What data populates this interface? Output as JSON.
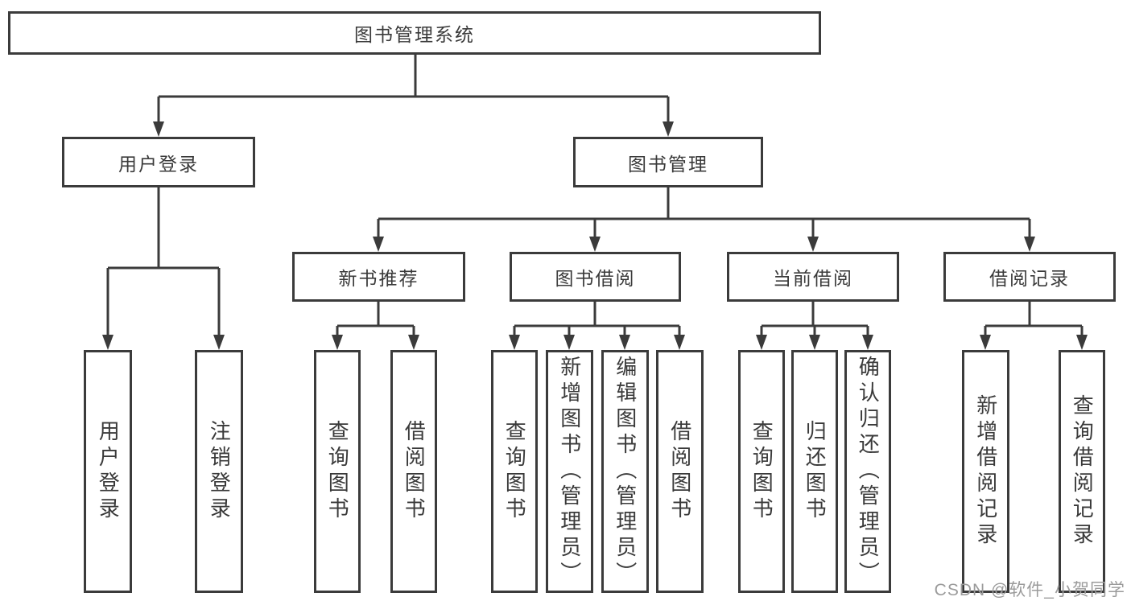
{
  "tree": {
    "root": {
      "label": "图书管理系统"
    },
    "branches": [
      {
        "label": "用户登录",
        "children": [
          {
            "label": "用户登录"
          },
          {
            "label": "注销登录"
          }
        ]
      },
      {
        "label": "图书管理",
        "children": [
          {
            "label": "新书推荐",
            "children": [
              {
                "label": "查询图书"
              },
              {
                "label": "借阅图书"
              }
            ]
          },
          {
            "label": "图书借阅",
            "children": [
              {
                "label": "查询图书"
              },
              {
                "label": "新增图书（管理员）"
              },
              {
                "label": "编辑图书（管理员）"
              },
              {
                "label": "借阅图书"
              }
            ]
          },
          {
            "label": "当前借阅",
            "children": [
              {
                "label": "查询图书"
              },
              {
                "label": "归还图书"
              },
              {
                "label": "确认归还（管理员）"
              }
            ]
          },
          {
            "label": "借阅记录",
            "children": [
              {
                "label": "新增借阅记录"
              },
              {
                "label": "查询借阅记录"
              }
            ]
          }
        ]
      }
    ]
  },
  "watermark": {
    "text": "CSDN @软件_小贺同学"
  },
  "colors": {
    "line": "#3b3b3b",
    "text": "#3a3a3a",
    "bg": "#ffffff",
    "watermark": "#9b9b9b"
  }
}
